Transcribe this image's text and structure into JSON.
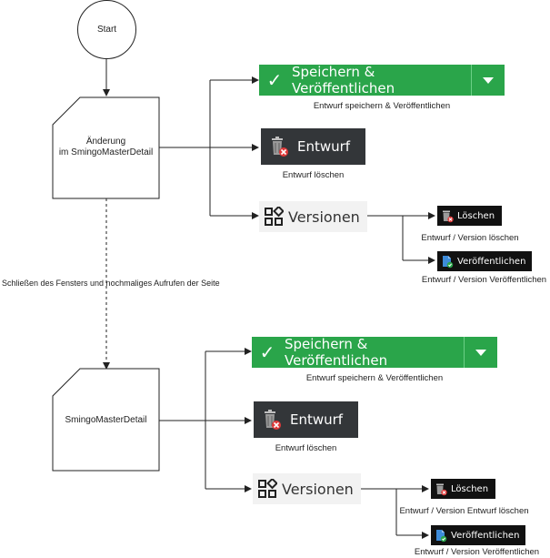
{
  "nodes": {
    "start": "Start",
    "change_line1": "Änderung",
    "change_line2": "im SmingoMasterDetail",
    "master_detail": "SmingoMasterDetail"
  },
  "transition_label": "Schließen des Fensters und nochmaliges Aufrufen der Seite",
  "top_group": {
    "save_publish_button": "Speichern & Veröffentlichen",
    "save_publish_caption": "Entwurf speichern & Veröffentlichen",
    "draft_button": "Entwurf",
    "draft_caption": "Entwurf löschen",
    "versions_button": "Versionen",
    "delete_button": "Löschen",
    "delete_caption": "Entwurf / Version löschen",
    "publish_button": "Veröffentlichen",
    "publish_caption": "Entwurf / Version Veröffentlichen"
  },
  "bottom_group": {
    "save_publish_button": "Speichern & Veröffentlichen",
    "save_publish_caption": "Entwurf speichern & Veröffentlichen",
    "draft_button": "Entwurf",
    "draft_caption": "Entwurf löschen",
    "versions_button": "Versionen",
    "delete_button": "Löschen",
    "delete_caption": "Entwurf / Version Entwurf löschen",
    "publish_button": "Veröffentlichen",
    "publish_caption": "Entwurf / Version Veröffentlichen"
  },
  "colors": {
    "green": "#2aa54a",
    "dark": "#333639",
    "light": "#f2f2f2",
    "delete_red": "#e03a3a",
    "publish_blue": "#3d8bd9"
  },
  "icons": {
    "check": "check-icon",
    "dropdown": "chevron-down-icon",
    "trash": "trash-icon",
    "versions": "versions-grid-icon",
    "publish": "document-publish-icon"
  }
}
